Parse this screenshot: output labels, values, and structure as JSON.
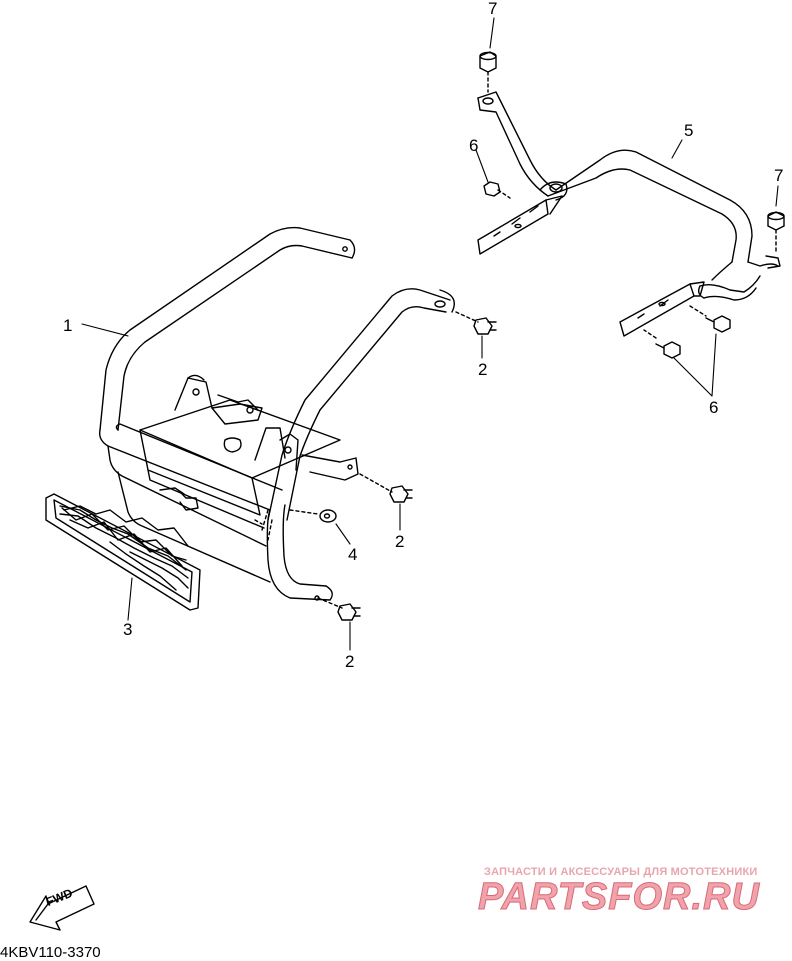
{
  "callouts": {
    "c1": "1",
    "c2a": "2",
    "c2b": "2",
    "c2c": "2",
    "c3": "3",
    "c4": "4",
    "c5": "5",
    "c6a": "6",
    "c6b": "6",
    "c7a": "7",
    "c7b": "7"
  },
  "direction_label": "FWD",
  "diagram_code": "4KBV110-3370",
  "watermark": {
    "subtitle": "ЗАПЧАСТИ И АКСЕССУАРЫ ДЛЯ МОТОТЕХНИКИ",
    "brand": "PARTSFOR.RU"
  },
  "colors": {
    "line": "#000000",
    "watermark": "#f0a3ab"
  }
}
